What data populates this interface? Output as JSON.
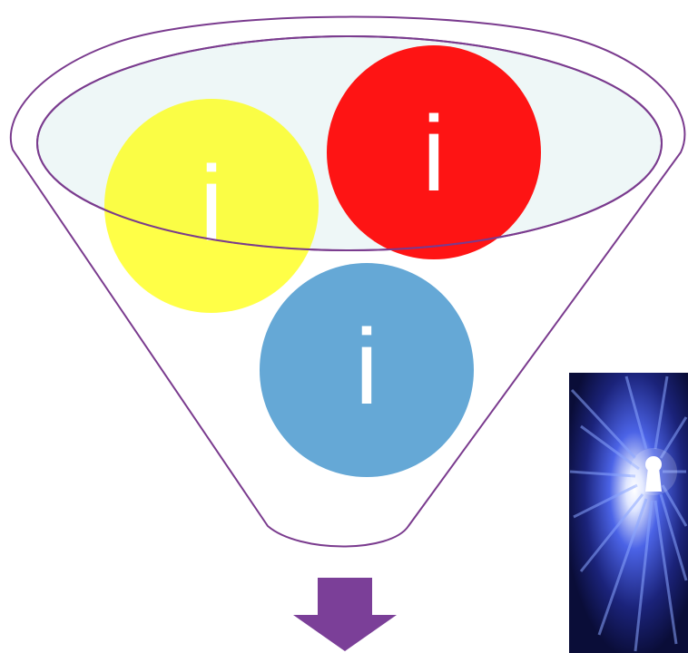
{
  "funnel": {
    "outline_color": "#7a3b8e",
    "rim_fill": "#eef7f7"
  },
  "circles": [
    {
      "id": "yellow",
      "label": "i",
      "color": "#ffff00",
      "opacity": 0.72,
      "label_color": "#ffffff"
    },
    {
      "id": "red",
      "label": "i",
      "color": "#ff0000",
      "opacity": 0.9,
      "label_color": "#ffffff"
    },
    {
      "id": "blue",
      "label": "i",
      "color": "#65a8d6",
      "opacity": 1,
      "label_color": "#ffffff"
    }
  ],
  "arrow": {
    "color": "#7b3f98",
    "icon": "arrow-down-icon"
  },
  "photo": {
    "icon": "keyhole-icon",
    "description_colors": [
      "#0b1040",
      "#2840c8",
      "#ffffff"
    ]
  }
}
